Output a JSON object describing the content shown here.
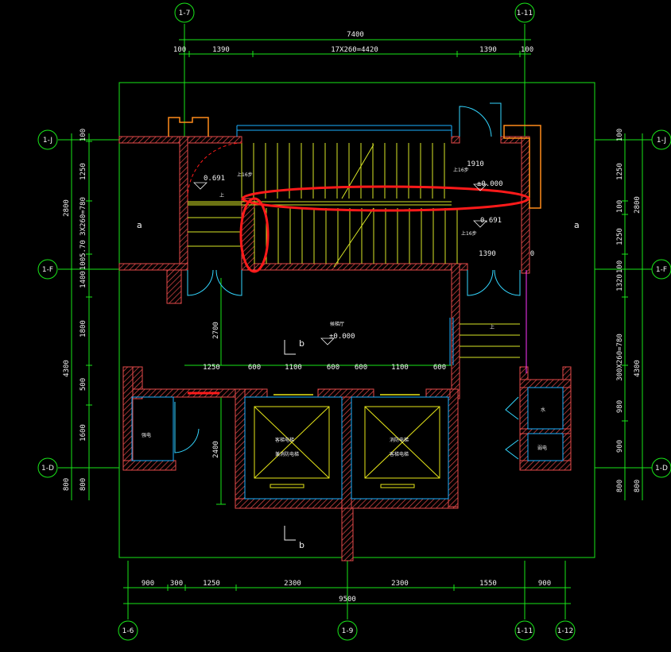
{
  "axes": {
    "top": [
      "1-7",
      "1-11"
    ],
    "bottom": [
      "1-6",
      "1-9",
      "1-11",
      "1-12"
    ],
    "left": [
      "1-J",
      "1-F",
      "1-D"
    ],
    "right": [
      "1-J",
      "1-F",
      "1-D"
    ]
  },
  "dims": {
    "top_total": "7400",
    "top_left_100": "100",
    "top_1390_a": "1390",
    "top_stair": "17X260=4420",
    "top_1390_b": "1390",
    "top_right_100": "100",
    "left_100": "100",
    "left_1250": "1250",
    "left_stair": "5.70 3X260=780",
    "left_100b": "100",
    "left_1400": "1400",
    "left_2800": "2800",
    "left_1800": "1800",
    "left_4300": "4300",
    "left_500": "500",
    "left_1600": "1600",
    "left_800": "800",
    "left_800b": "800",
    "right_100": "100",
    "right_1250": "1250",
    "right_2800": "2800",
    "right_100b": "100",
    "right_1250b": "1250",
    "right_100c": "100",
    "right_1320": "1320",
    "right_stair": "300X260=780",
    "right_4300": "4300",
    "right_980": "980",
    "right_900": "900",
    "right_800": "800",
    "right_800b": "800",
    "inner_1910": "1910",
    "inner_1390": "1390",
    "inner_100": "100",
    "inner_2700": "2700",
    "inner_2400": "2400",
    "row_1250": "1250",
    "row_600a": "600",
    "row_1100a": "1100",
    "row_600b": "600",
    "row_600c": "600",
    "row_1100b": "1100",
    "row_600d": "600",
    "bottom_900a": "900",
    "bottom_300": "300",
    "bottom_1250": "1250",
    "bottom_2300a": "2300",
    "bottom_2300b": "2300",
    "bottom_1550": "1550",
    "bottom_900b": "900",
    "bottom_total": "9500"
  },
  "levels": {
    "l1": "0.691",
    "l2": "±0.000",
    "l3": "0.691",
    "hall": "±0.000"
  },
  "labels": {
    "a_left": "a",
    "a_right": "a",
    "b_mid": "b",
    "b_bottom": "b",
    "hall_name": "候梯厅",
    "elev1_line1": "客梯电梯",
    "elev1_line2": "兼消防电梯",
    "elev2_line1": "消防电梯",
    "elev2_line2": "客梯电梯",
    "room_left": "强电",
    "room_right_top": "水",
    "room_right_bottom": "弱电",
    "up1": "上",
    "up2": "上",
    "stair_up1": "上16步",
    "stair_up2": "上16步",
    "stair_up3": "上16步"
  },
  "colors": {
    "axis": "#19e619",
    "dim": "#19e619",
    "wall": "#e64a4a",
    "stair": "#d8e626",
    "elevator": "#e6e619",
    "glass": "#33d6ff",
    "frame": "#1ab0ff",
    "door": "#33d6ff",
    "highlight": "#ff1a1a",
    "orange": "#ff8c1a",
    "magenta": "#ff33ff",
    "text": "#f0f0f0"
  }
}
